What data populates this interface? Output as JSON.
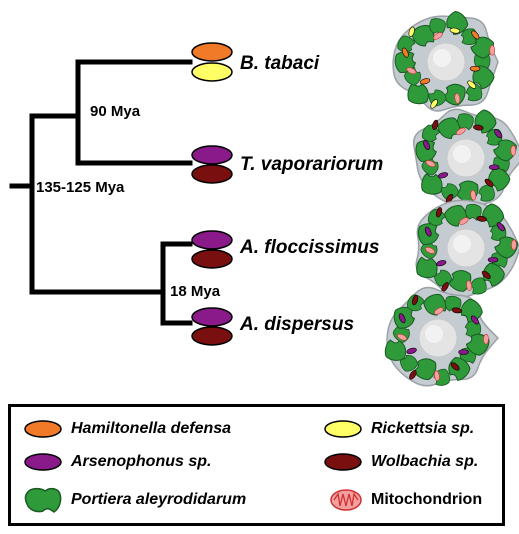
{
  "species": [
    "B. tabaci",
    "T. vaporariorum",
    "A. floccissimus",
    "A. dispersus"
  ],
  "divergence_times": [
    "90 Mya",
    "135-125 Mya",
    "18 Mya"
  ],
  "legend": {
    "hamiltonella": "Hamiltonella defensa",
    "rickettsia": "Rickettsia sp.",
    "arsenophonus": "Arsenophonus sp.",
    "wolbachia": "Wolbachia sp.",
    "portiera": "Portiera aleyrodidarum",
    "mitochondrion": "Mitochondrion"
  },
  "colors": {
    "hamiltonella": "#f07a28",
    "rickettsia": "#ffff66",
    "arsenophonus": "#8a1a8a",
    "wolbachia": "#7a0f0f",
    "portiera": "#2e9a3a",
    "mitochondrion": "#f4a0a0",
    "cell": "#c4ccd2",
    "nucleus": "#e4e4e4"
  },
  "symbionts_per_species": [
    [
      "hamiltonella",
      "rickettsia"
    ],
    [
      "arsenophonus",
      "wolbachia"
    ],
    [
      "arsenophonus",
      "wolbachia"
    ],
    [
      "arsenophonus",
      "wolbachia"
    ]
  ]
}
